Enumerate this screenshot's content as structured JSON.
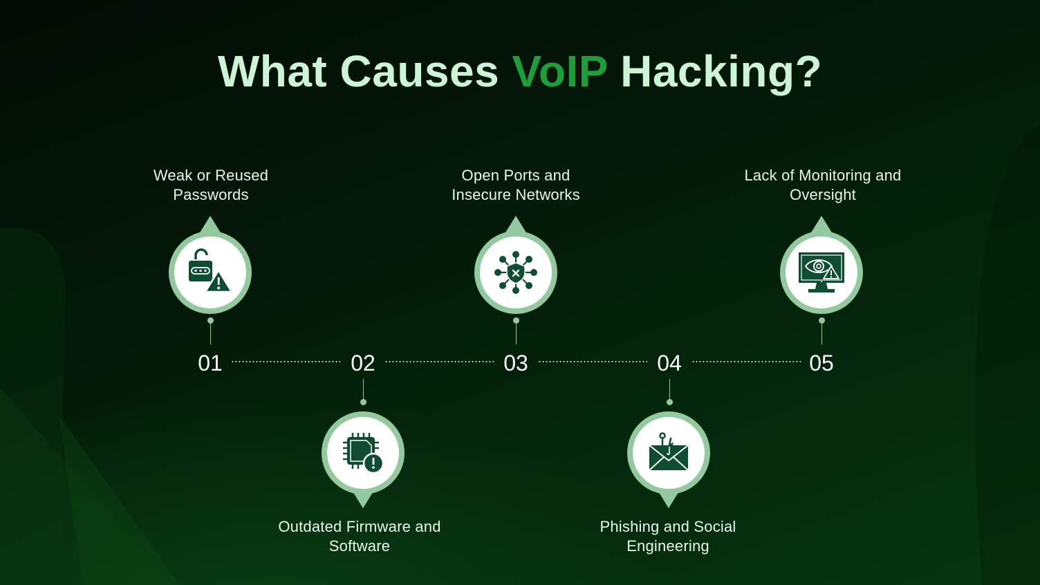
{
  "title": {
    "prefix": "What Causes ",
    "accent": "VoIP",
    "suffix": " Hacking?"
  },
  "colors": {
    "background_dark": "#020b04",
    "background_light": "#06360f",
    "title": "#cdf4d6",
    "accent": "#1f9d3c",
    "pin_ring": "#94c9a0",
    "icon": "#0f4d33",
    "text": "#e9f6ec"
  },
  "steps": [
    {
      "number": "01",
      "label_line1": "Weak or Reused",
      "label_line2": "Passwords",
      "icon": "unlocked-padlock-password-warning-icon",
      "position": "top"
    },
    {
      "number": "02",
      "label_line1": "Outdated Firmware and",
      "label_line2": "Software",
      "icon": "chip-warning-icon",
      "position": "bottom"
    },
    {
      "number": "03",
      "label_line1": "Open Ports and",
      "label_line2": "Insecure Networks",
      "icon": "network-shield-x-icon",
      "position": "top"
    },
    {
      "number": "04",
      "label_line1": "Phishing and Social",
      "label_line2": "Engineering",
      "icon": "phishing-hook-envelope-icon",
      "position": "bottom"
    },
    {
      "number": "05",
      "label_line1": "Lack of Monitoring and",
      "label_line2": "Oversight",
      "icon": "monitor-eye-warning-icon",
      "position": "top"
    }
  ]
}
